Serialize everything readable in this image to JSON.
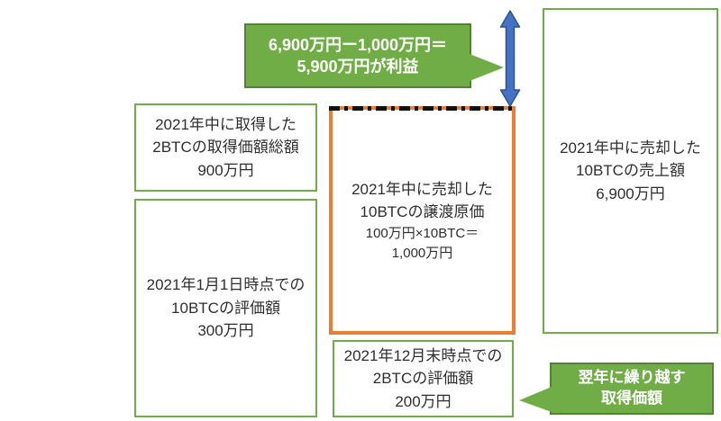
{
  "diagram": {
    "boxes": {
      "acquired_2btc": {
        "lines": [
          "2021年中に取得した",
          "2BTCの取得価額総額",
          "900万円"
        ]
      },
      "jan_valuation_10btc": {
        "lines": [
          "2021年1月1日時点での",
          "10BTCの評価額",
          "300万円"
        ]
      },
      "transfer_cost_10btc": {
        "lines": [
          "2021年中に売却した",
          "10BTCの譲渡原価"
        ],
        "sub_lines": [
          "100万円×10BTC＝",
          "1,000万円"
        ]
      },
      "dec_valuation_2btc": {
        "lines": [
          "2021年12月末時点での",
          "2BTCの評価額",
          "200万円"
        ]
      },
      "sales_10btc": {
        "lines": [
          "2021年中に売却した",
          "10BTCの売上額",
          "6,900万円"
        ]
      }
    },
    "callouts": {
      "profit": {
        "lines": [
          "6,900万円ー1,000万円＝",
          "5,900万円が利益"
        ]
      },
      "carryover": {
        "lines": [
          "翌年に繰り越す",
          "取得価額"
        ]
      }
    },
    "colors": {
      "box_border_green": "#70AD47",
      "callout_fill_green": "#70AD47",
      "callout_border_green": "#548235",
      "orange_border": "#ED7D31",
      "arrow_blue": "#4472C4",
      "arrow_blue_border": "#2F528F",
      "text": "#2e2e2e",
      "callout_text": "#ffffff",
      "dashdot_black": "#111111"
    }
  }
}
